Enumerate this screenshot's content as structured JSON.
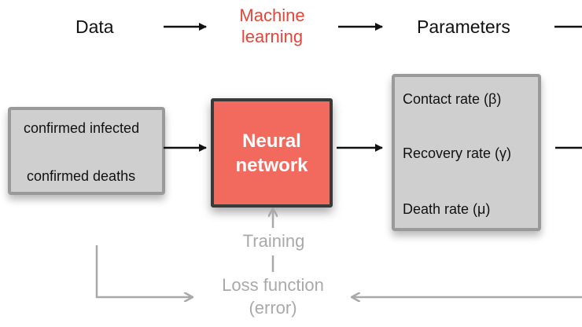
{
  "header": {
    "data_label": "Data",
    "ml_label_line1": "Machine",
    "ml_label_line2": "learning",
    "parameters_label": "Parameters"
  },
  "data_box": {
    "line1": "confirmed infected",
    "line2": "confirmed deaths"
  },
  "neural_network": {
    "line1": "Neural",
    "line2": "network"
  },
  "parameters_box": {
    "contact_rate": "Contact rate (β)",
    "recovery_rate": "Recovery rate (γ)",
    "death_rate": "Death rate (μ)"
  },
  "feedback": {
    "training_label": "Training",
    "loss_line1": "Loss function",
    "loss_line2": "(error)"
  },
  "colors": {
    "accent_red": "#e8443a",
    "nn_fill": "#f26a5d",
    "box_gray": "#cfcfcf",
    "feedback_gray": "#a9a9a9"
  }
}
